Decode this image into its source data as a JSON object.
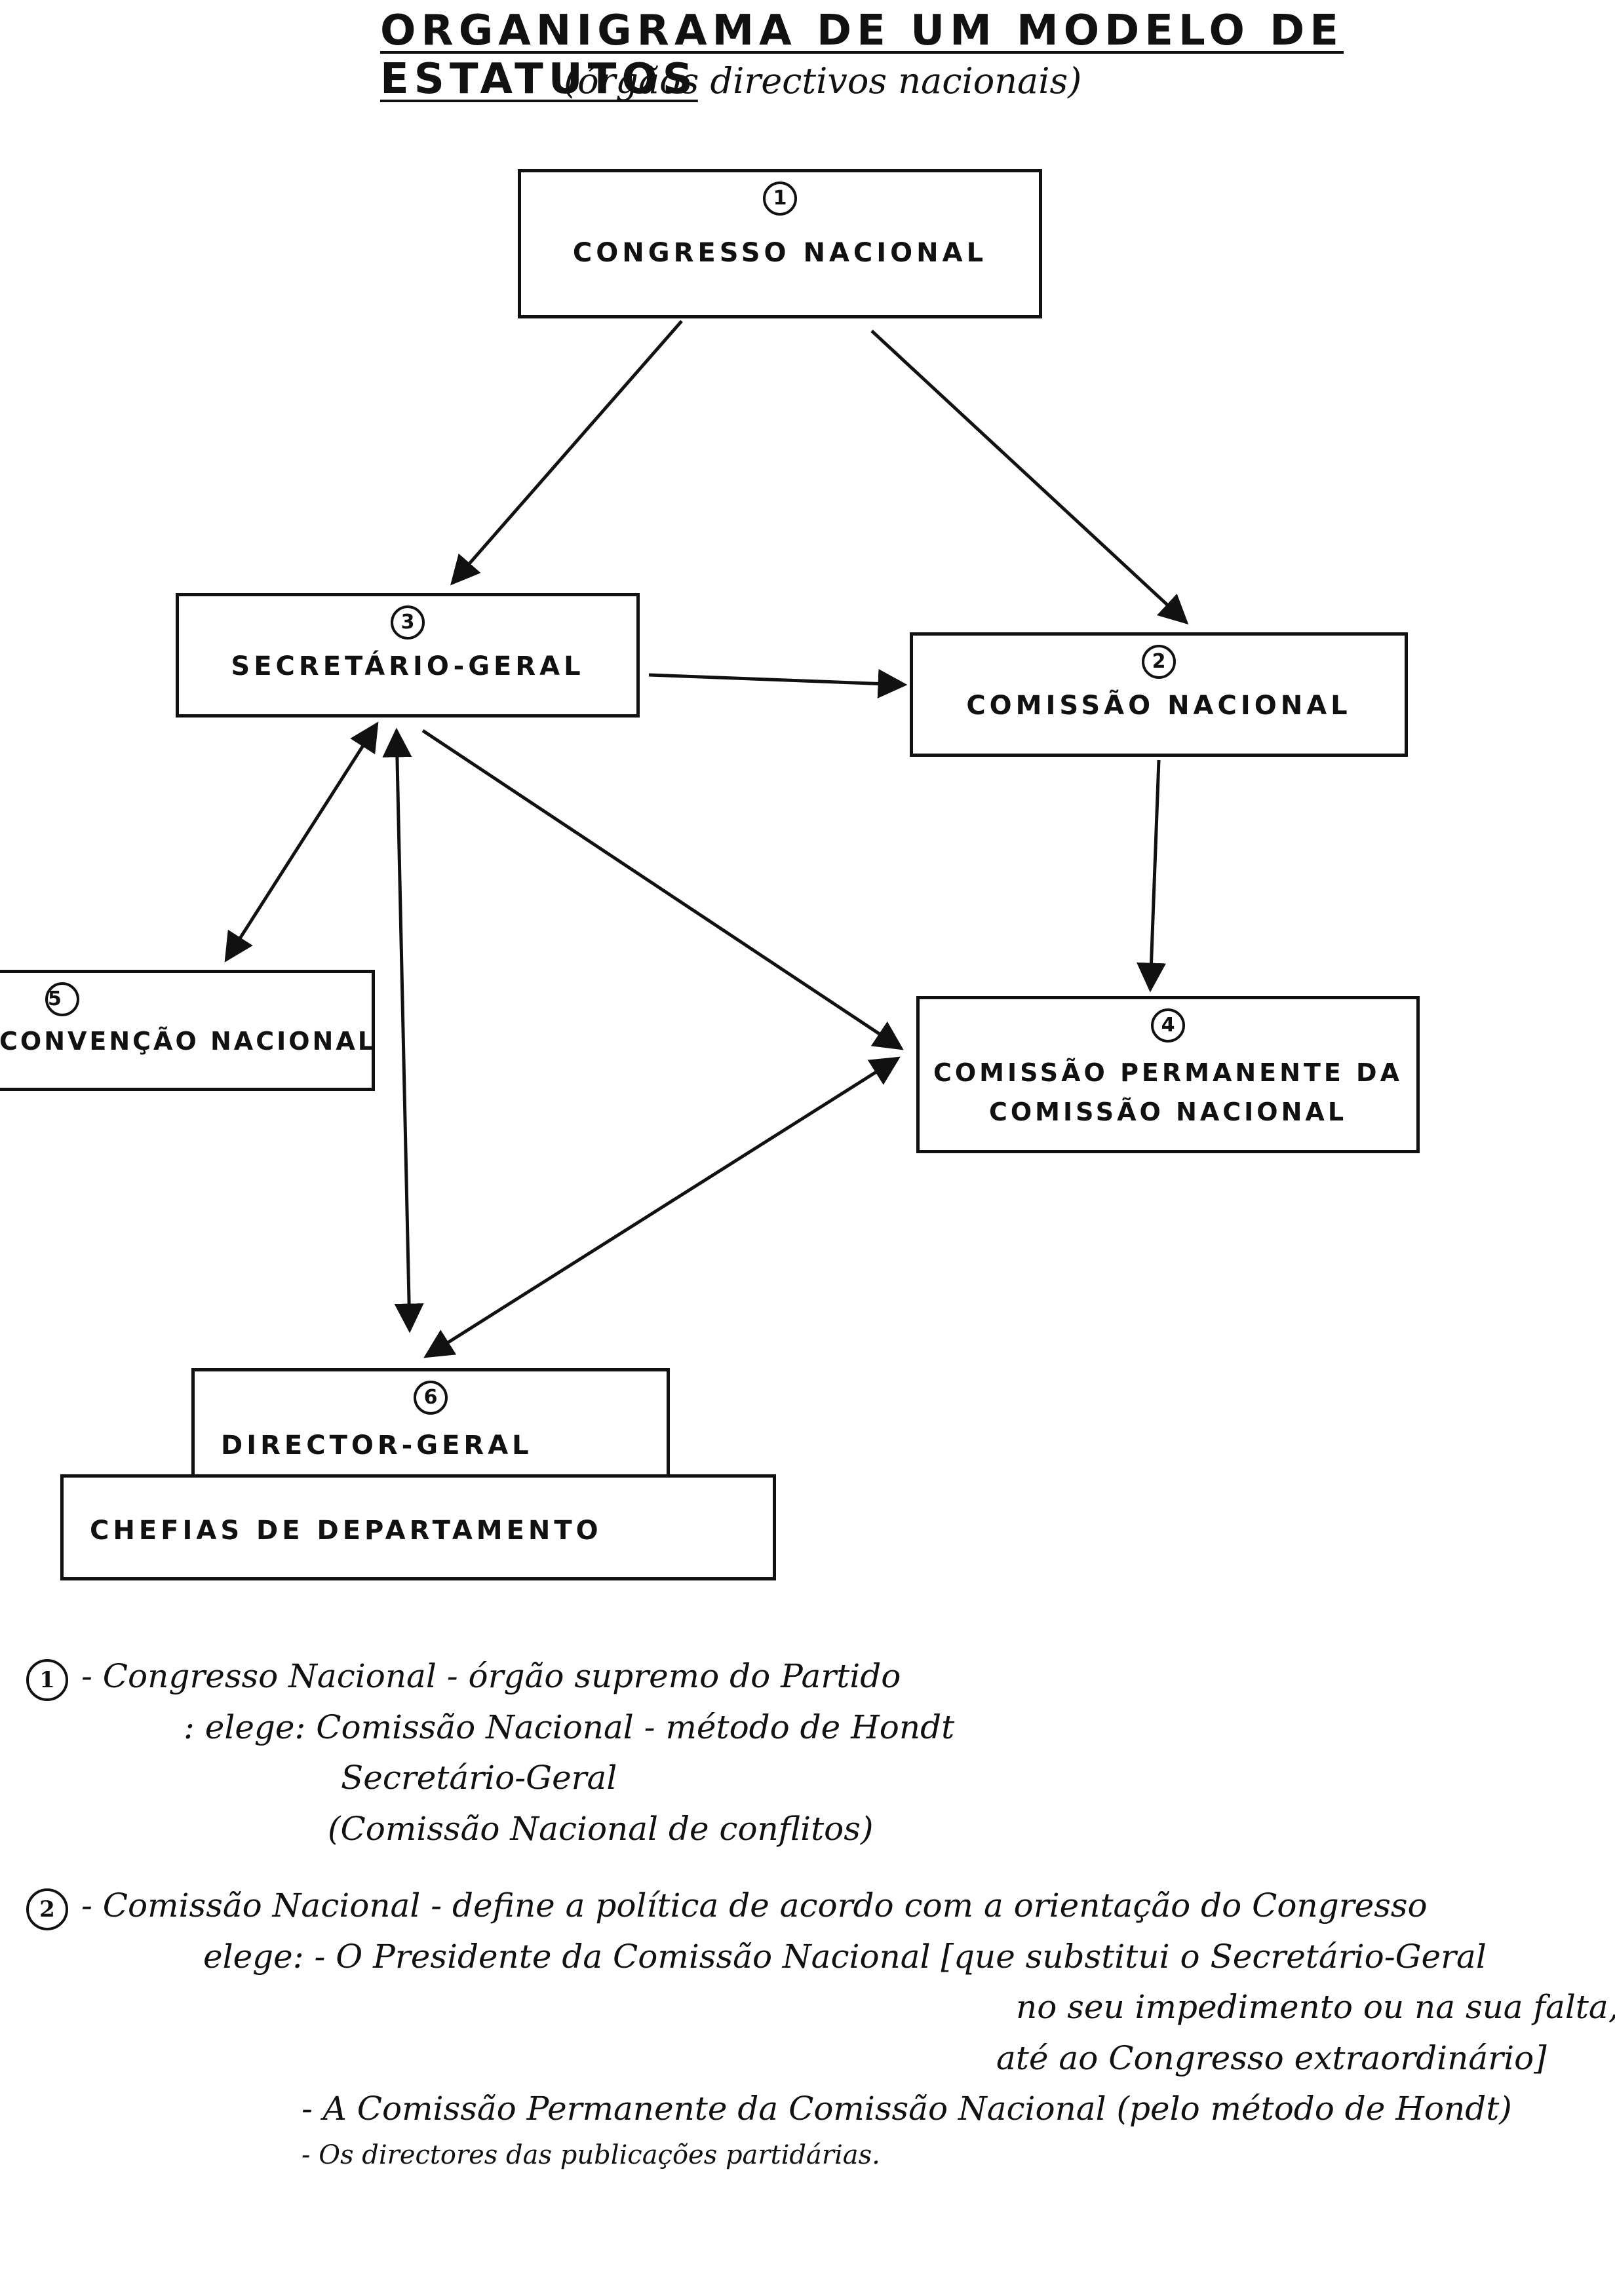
{
  "header": {
    "title": "ORGANIGRAMA DE UM MODELO DE ESTATUTOS",
    "subtitle": "(órgãos directivos nacionais)"
  },
  "boxes": {
    "congresso": {
      "num": "1",
      "label": "CONGRESSO NACIONAL"
    },
    "secretario": {
      "num": "3",
      "label": "SECRETÁRIO-GERAL"
    },
    "comissao": {
      "num": "2",
      "label": "COMISSÃO NACIONAL"
    },
    "convencao": {
      "num": "5",
      "label": "CONVENÇÃO NACIONAL"
    },
    "permanente": {
      "num": "4",
      "label_line1": "COMISSÃO PERMANENTE DA",
      "label_line2": "COMISSÃO NACIONAL"
    },
    "director": {
      "num": "6",
      "label": "DIRECTOR-GERAL"
    },
    "chefias": {
      "label": "CHEFIAS DE DEPARTAMENTO"
    }
  },
  "notes": {
    "n1_num": "1",
    "n1_line1": "- Congresso Nacional - órgão supremo do Partido",
    "n1_line2": ": elege: Comissão Nacional - método de Hondt",
    "n1_line3": "Secretário-Geral",
    "n1_line4": "(Comissão Nacional de conflitos)",
    "n2_num": "2",
    "n2_line1": "- Comissão Nacional - define a política de acordo com a orientação do Congresso",
    "n2_line2": "elege: - O Presidente da Comissão Nacional [que substitui o Secretário-Geral",
    "n2_line3": "no seu impedimento ou na sua falta,",
    "n2_line4": "até ao Congresso extraordinário]",
    "n2_line5": "- A Comissão Permanente da Comissão Nacional (pelo método de Hondt)",
    "n2_line6": "- Os directores das publicações partidárias."
  }
}
